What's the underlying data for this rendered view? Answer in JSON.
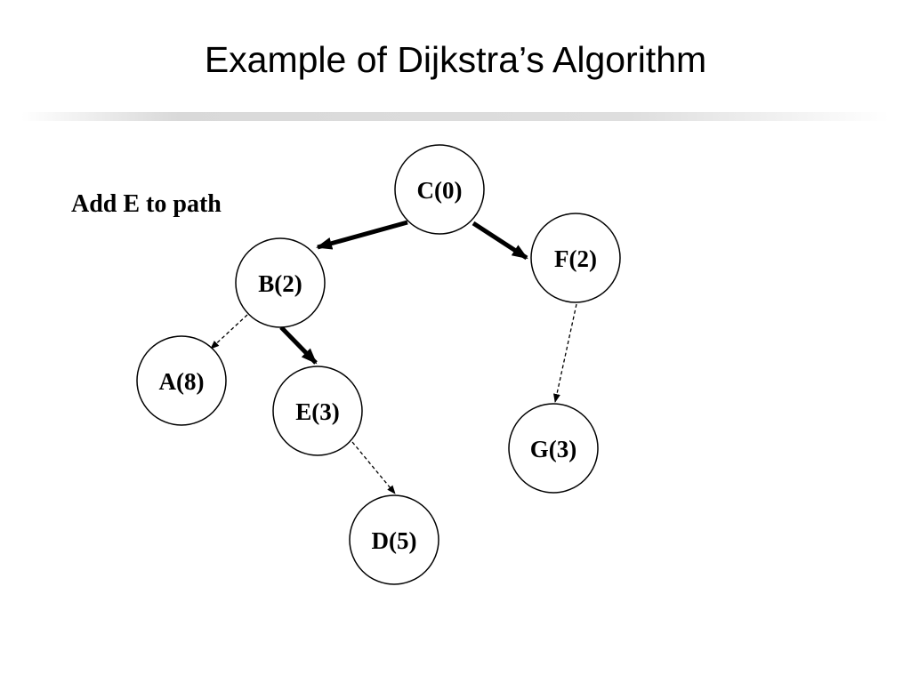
{
  "slide": {
    "title": "Example of Dijkstra’s Algorithm",
    "step_label": "Add E to path"
  },
  "graph": {
    "nodes": [
      {
        "id": "C",
        "label": "C(0)"
      },
      {
        "id": "B",
        "label": "B(2)"
      },
      {
        "id": "F",
        "label": "F(2)"
      },
      {
        "id": "A",
        "label": "A(8)"
      },
      {
        "id": "E",
        "label": "E(3)"
      },
      {
        "id": "G",
        "label": "G(3)"
      },
      {
        "id": "D",
        "label": "D(5)"
      }
    ],
    "edges": [
      {
        "from": "C",
        "to": "B",
        "style": "solid-bold"
      },
      {
        "from": "C",
        "to": "F",
        "style": "solid-bold"
      },
      {
        "from": "B",
        "to": "E",
        "style": "solid-bold"
      },
      {
        "from": "B",
        "to": "A",
        "style": "dashed"
      },
      {
        "from": "F",
        "to": "G",
        "style": "dashed"
      },
      {
        "from": "E",
        "to": "D",
        "style": "dashed"
      }
    ]
  },
  "colors": {
    "ink": "#000000",
    "background": "#ffffff"
  }
}
